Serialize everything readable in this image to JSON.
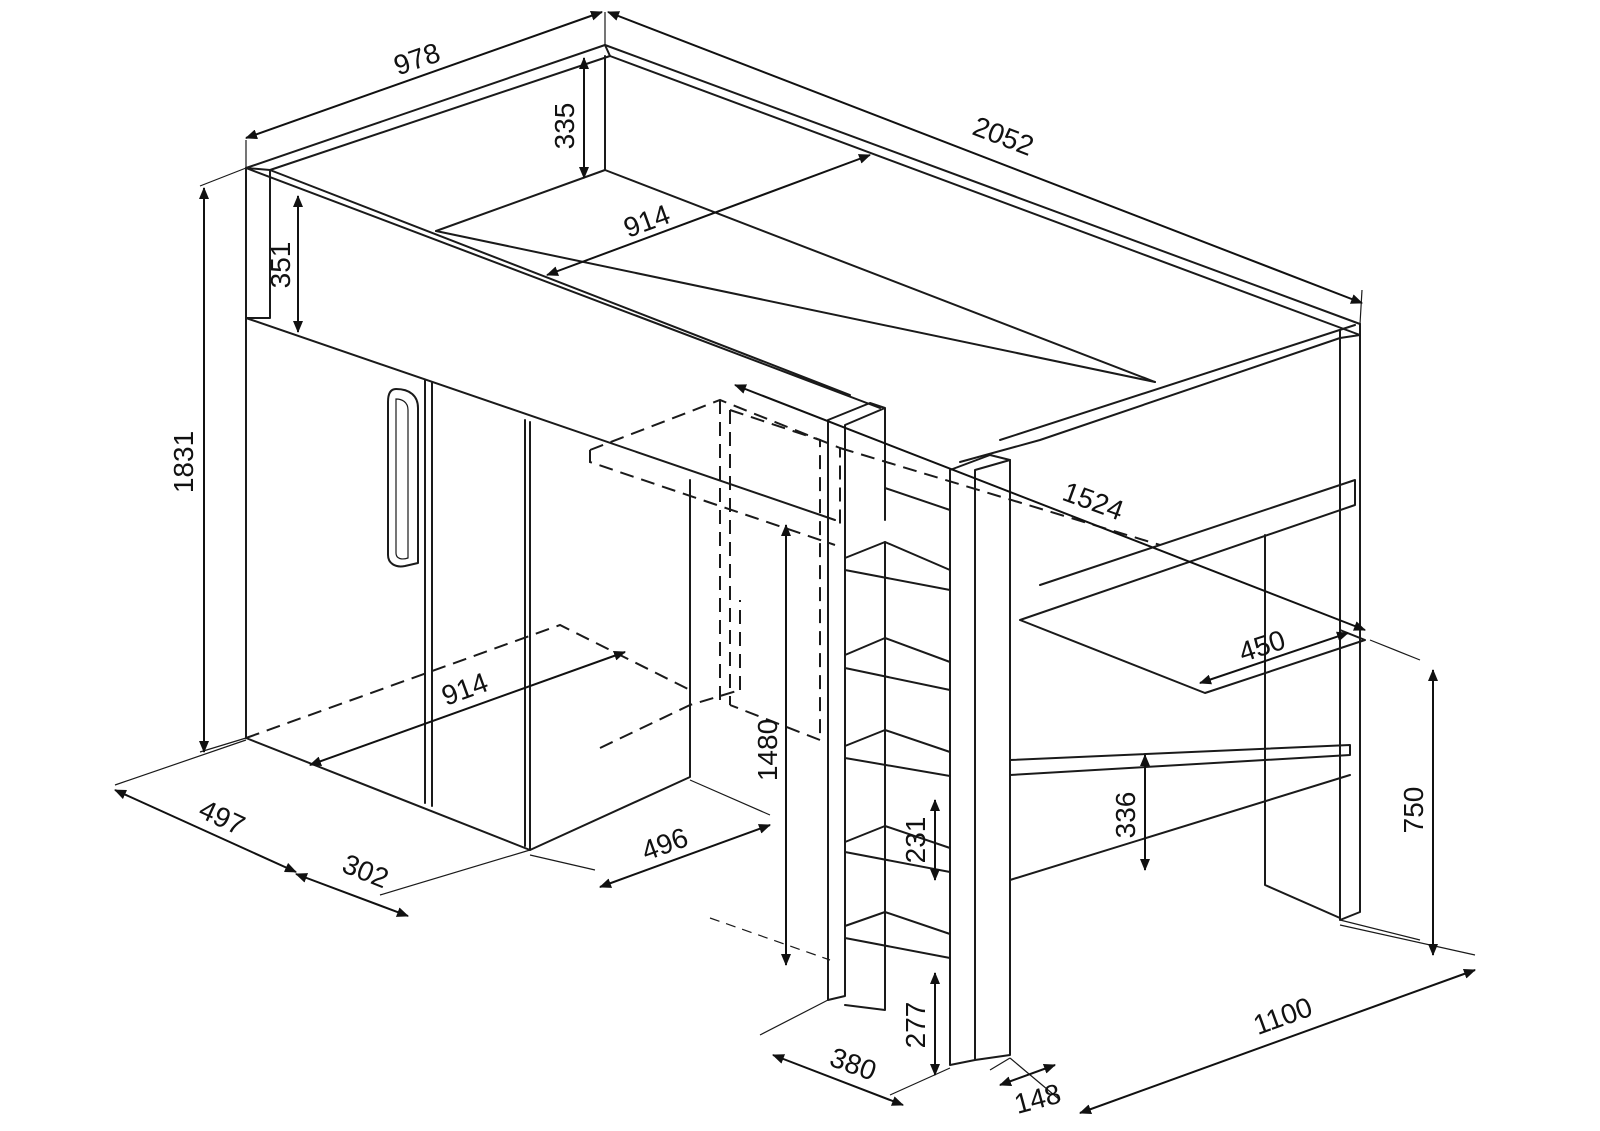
{
  "drawing": {
    "line_color": "#1a1a1a",
    "background": "#ffffff"
  },
  "dimensions": {
    "total_width": "978",
    "total_length": "2052",
    "guard_height": "335",
    "mattress_width": "914",
    "panel_height": "351",
    "total_height": "1831",
    "desk_length": "1524",
    "desk_depth": "450",
    "floor_length": "914",
    "wardrobe_depth": "497",
    "wardrobe_door": "302",
    "desk_opening": "496",
    "clearance_height": "1480",
    "shelf_height": "336",
    "desk_height": "750",
    "step_spacing": "231",
    "bottom_step": "277",
    "ladder_depth": "380",
    "ladder_width": "148",
    "desk_width": "1100"
  }
}
